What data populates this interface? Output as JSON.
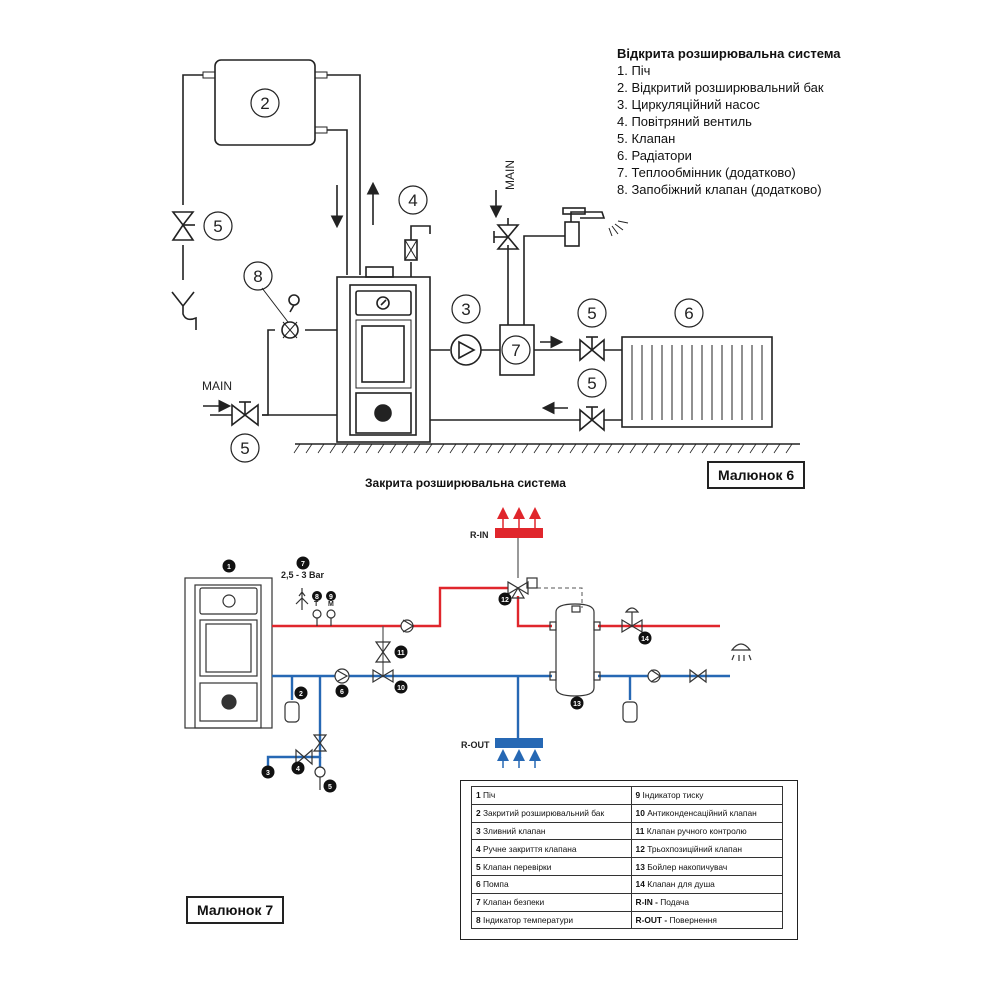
{
  "figure6": {
    "legend_title": "Відкрита розширювальна система",
    "legend_items": [
      "1. Піч",
      "2. Відкритий розширювальний бак",
      "3. Циркуляційний насос",
      "4. Повітряний вентиль",
      "5. Клапан",
      "6. Радіатори",
      "7. Теплообмінник (додатково)",
      "8. Запобіжний клапан (додатково)"
    ],
    "callouts": [
      "2",
      "4",
      "5",
      "8",
      "3",
      "7",
      "6",
      "5",
      "5",
      "5"
    ],
    "main_label_left": "MAIN",
    "main_label_top": "MAIN",
    "caption": "Малюнок 6"
  },
  "figure7": {
    "title": "Закрита розширювальна система",
    "pressure_label": "2,5 - 3 Bar",
    "gauge_labels": [
      "T",
      "M"
    ],
    "r_in_label": "R-IN",
    "r_out_label": "R-OUT",
    "markers": [
      "1",
      "7",
      "8",
      "9",
      "2",
      "3",
      "4",
      "5",
      "6",
      "10",
      "11",
      "12",
      "13",
      "14"
    ],
    "legend_rows": [
      {
        "left_num": "1",
        "left_text": "Піч",
        "right_num": "9",
        "right_text": "Індикатор тиску"
      },
      {
        "left_num": "2",
        "left_text": "Закритий розширювальний бак",
        "right_num": "10",
        "right_text": "Антиконденсаційний клапан"
      },
      {
        "left_num": "3",
        "left_text": "Зливний клапан",
        "right_num": "11",
        "right_text": "Клапан ручного контролю"
      },
      {
        "left_num": "4",
        "left_text": "Ручне закриття клапана",
        "right_num": "12",
        "right_text": "Трьохпозиційний клапан"
      },
      {
        "left_num": "5",
        "left_text": "Клапан перевірки",
        "right_num": "13",
        "right_text": "Бойлер накопичувач"
      },
      {
        "left_num": "6",
        "left_text": "Помпа",
        "right_num": "14",
        "right_text": "Клапан для душа"
      },
      {
        "left_num": "7",
        "left_text": "Клапан безпеки",
        "right_num": "R-IN -",
        "right_text": "Подача"
      },
      {
        "left_num": "8",
        "left_text": "Індикатор температури",
        "right_num": "R-OUT -",
        "right_text": "Повернення"
      }
    ],
    "caption": "Малюнок 7"
  },
  "colors": {
    "line": "#222222",
    "supply_red": "#e0262c",
    "return_blue": "#2668b4",
    "bar_red": "#e0262c",
    "bar_blue": "#2668b4"
  }
}
